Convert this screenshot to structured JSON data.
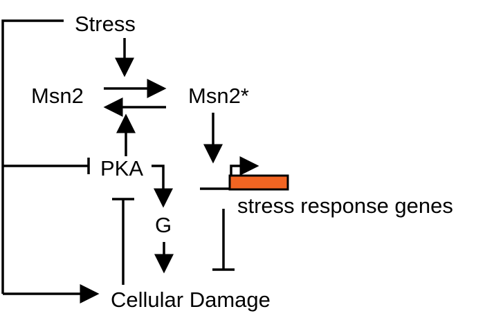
{
  "diagram": {
    "nodes": {
      "stress": "Stress",
      "msn2": "Msn2",
      "msn2_active": "Msn2*",
      "pka": "PKA",
      "g": "G",
      "genes": "stress response genes",
      "damage": "Cellular Damage"
    },
    "colors": {
      "line": "#000000",
      "gene_box": "#F26522"
    },
    "edges": [
      {
        "from": "Stress",
        "to": "Msn2*",
        "type": "activation"
      },
      {
        "from": "Msn2",
        "to": "Msn2*",
        "type": "activation"
      },
      {
        "from": "Msn2*",
        "to": "Msn2",
        "type": "activation"
      },
      {
        "from": "PKA",
        "to": "Msn2",
        "type": "activation"
      },
      {
        "from": "Stress",
        "to": "PKA",
        "type": "inhibition"
      },
      {
        "from": "Stress",
        "to": "Cellular Damage",
        "type": "activation"
      },
      {
        "from": "PKA",
        "to": "G",
        "type": "activation"
      },
      {
        "from": "G",
        "to": "Cellular Damage",
        "type": "activation"
      },
      {
        "from": "Cellular Damage",
        "to": "PKA",
        "type": "inhibition"
      },
      {
        "from": "Msn2*",
        "to": "stress response genes",
        "type": "activation"
      },
      {
        "from": "stress response genes",
        "to": "Cellular Damage",
        "type": "inhibition"
      }
    ]
  }
}
